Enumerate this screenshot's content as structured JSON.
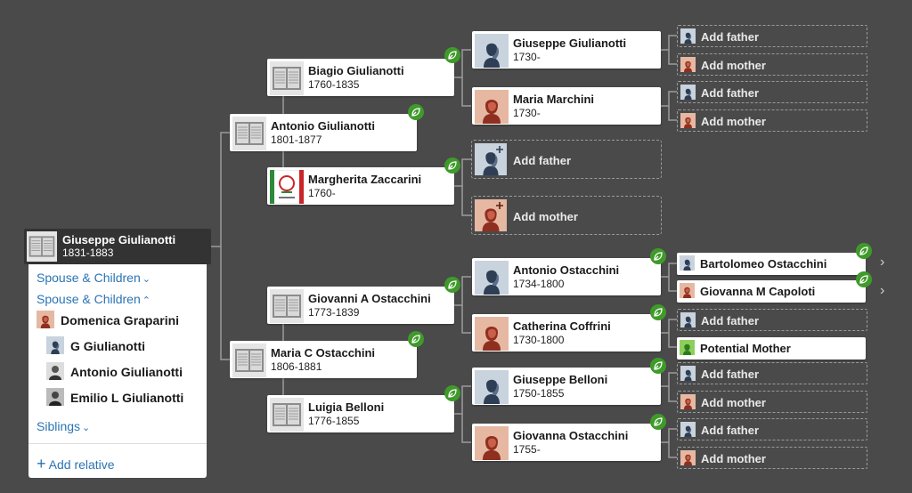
{
  "root": {
    "name": "Giuseppe Giulianotti",
    "dates": "1831-1883"
  },
  "panel": {
    "spouse_toggle_1": "Spouse & Children",
    "spouse_toggle_2": "Spouse & Children",
    "spouse": "Domenica Graparini",
    "children": [
      "G Giulianotti",
      "Antonio Giulianotti",
      "Emilio L Giulianotti"
    ],
    "siblings": "Siblings",
    "add_relative": "Add relative"
  },
  "gen1": {
    "father": {
      "name": "Antonio Giulianotti",
      "dates": "1801-1877"
    },
    "mother": {
      "name": "Maria C Ostacchini",
      "dates": "1806-1881"
    }
  },
  "gen2": {
    "ff": {
      "name": "Biagio Giulianotti",
      "dates": "1760-1835"
    },
    "fm": {
      "name": "Margherita Zaccarini",
      "dates": "1760-"
    },
    "mf": {
      "name": "Giovanni A Ostacchini",
      "dates": "1773-1839"
    },
    "mm": {
      "name": "Luigia Belloni",
      "dates": "1776-1855"
    }
  },
  "gen3": {
    "fff": {
      "name": "Giuseppe Giulianotti",
      "dates": "1730-"
    },
    "ffm": {
      "name": "Maria Marchini",
      "dates": "1730-"
    },
    "fmf_add": "Add father",
    "fmm_add": "Add mother",
    "mff": {
      "name": "Antonio Ostacchini",
      "dates": "1734-1800"
    },
    "mfm": {
      "name": "Catherina Coffrini",
      "dates": "1730-1800"
    },
    "mmf": {
      "name": "Giuseppe Belloni",
      "dates": "1750-1855"
    },
    "mmm": {
      "name": "Giovanna Ostacchini",
      "dates": "1755-"
    }
  },
  "gen4": [
    "Add father",
    "Add mother",
    "Add father",
    "Add mother",
    "Bartolomeo Ostacchini",
    "Giovanna M Capoloti",
    "Add father",
    "Potential Mother",
    "Add father",
    "Add mother",
    "Add father",
    "Add mother"
  ],
  "icons": {
    "hint": "leaf-hint-icon",
    "expand": "chevron-right-icon",
    "doc": "document-thumbnail-icon",
    "male": "male-silhouette-icon",
    "female": "female-silhouette-icon"
  },
  "colors": {
    "background": "#4a4a4a",
    "link": "#2a74b5",
    "hint": "#3f9a2a",
    "male_bg": "#c9d3de",
    "female_bg": "#e6b8a2"
  }
}
